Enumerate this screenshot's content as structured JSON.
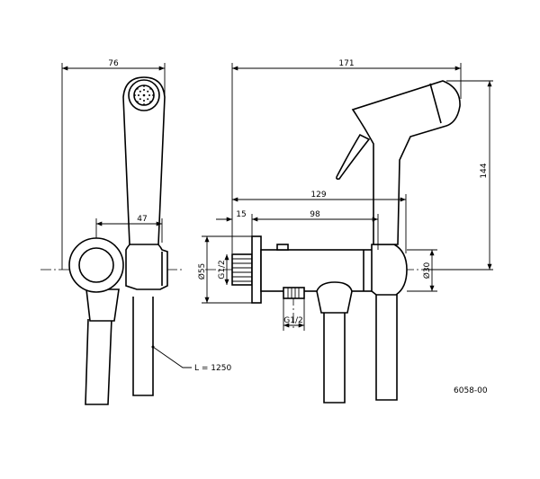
{
  "drawing": {
    "part_number": "6058-00",
    "dimensions": {
      "width_front": "76",
      "holder_width": "47",
      "total_length": "171",
      "shower_offset": "129",
      "body_length": "98",
      "flange_depth": "15",
      "height": "144",
      "flange_diameter": "Ø55",
      "body_diameter": "Ø30",
      "thread_wall": "G1/2",
      "thread_outlet": "G1/2",
      "hose_length": "L = 1250"
    }
  }
}
